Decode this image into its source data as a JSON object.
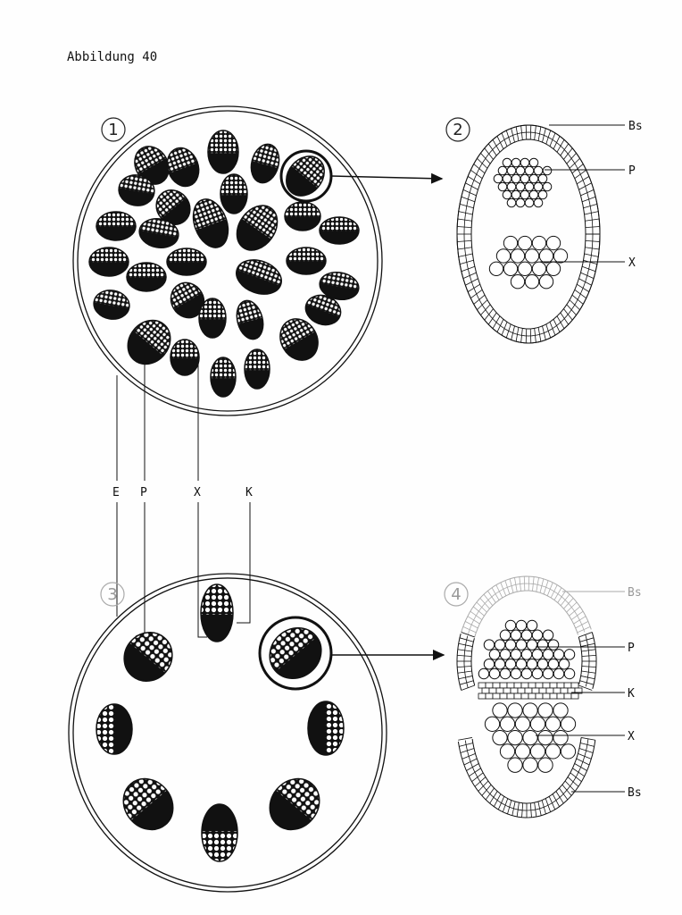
{
  "figure_title": "Abbildung 40",
  "panels": [
    {
      "number": "1"
    },
    {
      "number": "2",
      "labels": [
        "Bs",
        "P",
        "X"
      ]
    },
    {
      "number": "3"
    },
    {
      "number": "4",
      "labels": [
        "Bs",
        "P",
        "K",
        "X",
        "Bs"
      ]
    }
  ],
  "connector_labels": [
    "E",
    "P",
    "X",
    "K"
  ],
  "colors": {
    "ink": "#111111",
    "faded": "#999999",
    "paper": "#fefefe"
  }
}
